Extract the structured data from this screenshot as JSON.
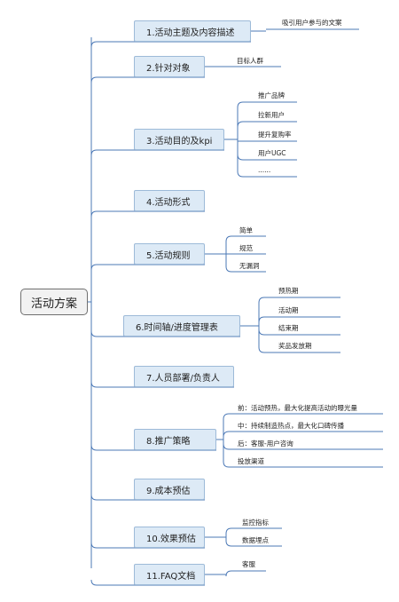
{
  "root": {
    "label": "活动方案"
  },
  "branches": [
    {
      "label": "1.活动主题及内容描述",
      "children": [
        "吸引用户参与的文案"
      ]
    },
    {
      "label": "2.针对对象",
      "children": [
        "目标人群"
      ]
    },
    {
      "label": "3.活动目的及kpi",
      "children": [
        "推广品牌",
        "拉新用户",
        "提升复购率",
        "用户UGC",
        "......"
      ]
    },
    {
      "label": "4.活动形式",
      "children": []
    },
    {
      "label": "5.活动规则",
      "children": [
        "简单",
        "规范",
        "无漏洞"
      ]
    },
    {
      "label": "6.时间轴/进度管理表",
      "children": [
        "预热期",
        "活动期",
        "结束期",
        "奖品发放期"
      ]
    },
    {
      "label": "7.人员部署/负责人",
      "children": []
    },
    {
      "label": "8.推广策略",
      "children": [
        "前：活动预热，最大化提高活动的曝光量",
        "中：持续制造热点，最大化口碑传播",
        "后：客服-用户咨询",
        "投放渠道"
      ]
    },
    {
      "label": "9.成本预估",
      "children": []
    },
    {
      "label": "10.效果预估",
      "children": [
        "监控指标",
        "数据埋点"
      ]
    },
    {
      "label": "11.FAQ文档",
      "children": [
        "客服"
      ]
    }
  ],
  "colors": {
    "link": "#4b78b6",
    "branch_fill": "#ddeaf6",
    "branch_border": "#9dbad8",
    "root_fill": "#f2f2f2"
  }
}
